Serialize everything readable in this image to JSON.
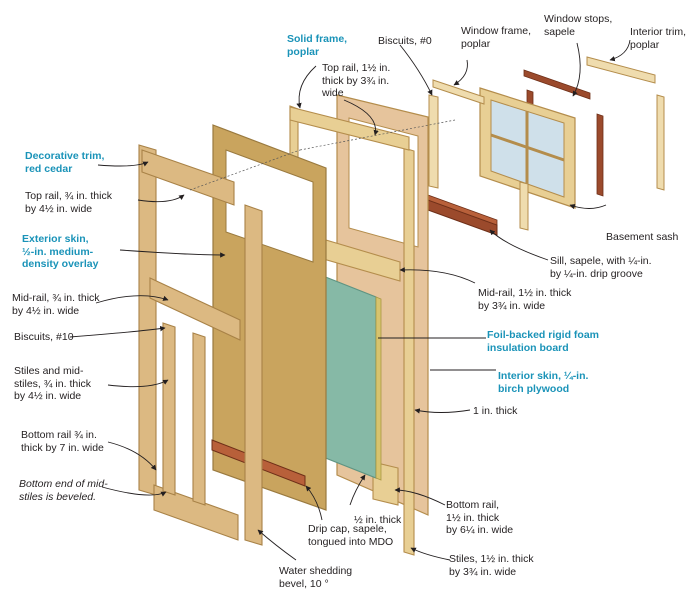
{
  "colors": {
    "frame_wood": "#e8cf94",
    "frame_edge": "#b48d4c",
    "mdo_skin": "#c9a45e",
    "birch_plywood": "#e6c49c",
    "foam_board": "#86b9a6",
    "sapele": "#9b4a2c",
    "cedar": "#dcb982",
    "label_blue": "#1a93b8",
    "leader": "#231f20"
  },
  "labels": {
    "decorative_trim": "Decorative trim,\nred cedar",
    "top_rail_left": "Top rail, ¾ in. thick\nby 4½ in. wide",
    "exterior_skin": "Exterior skin,\n½-in. medium-\ndensity overlay",
    "mid_rail_left": "Mid-rail, ¾ in. thick\nby 4½ in. wide",
    "biscuits_10": "Biscuits, #10",
    "stiles_midstiles": "Stiles and mid-\nstiles, ¾ in. thick\nby 4½ in. wide",
    "bottom_rail_left": "Bottom rail ¾ in.\nthick by 7 in. wide",
    "bottom_end_note": "Bottom end of mid-\nstiles is beveled.",
    "solid_frame": "Solid frame,\npoplar",
    "top_rail_center": "Top rail, 1½ in.\nthick by 3¾ in.\nwide",
    "biscuits_0": "Biscuits, #0",
    "window_frame": "Window frame,\npoplar",
    "window_stops": "Window stops,\nsapele",
    "interior_trim": "Interior trim,\npoplar",
    "basement_sash": "Basement sash",
    "sill": "Sill, sapele, with ¼-in.\nby ¼-in. drip groove",
    "mid_rail_center": "Mid-rail, 1½ in. thick\nby 3¾ in. wide",
    "foam_board": "Foil-backed rigid foam\ninsulation board",
    "interior_skin": "Interior skin, ¼-in.\nbirch plywood",
    "one_inch_thick": "1 in. thick",
    "half_inch_thick": "½ in. thick",
    "bottom_rail_center": "Bottom rail,\n1½ in. thick\nby 6¼ in. wide",
    "drip_cap": "Drip cap, sapele,\ntongued into MDO",
    "water_bevel": "Water shedding\nbevel, 10 °",
    "stiles_center": "Stiles, 1½ in. thick\nby 3¾ in. wide"
  }
}
